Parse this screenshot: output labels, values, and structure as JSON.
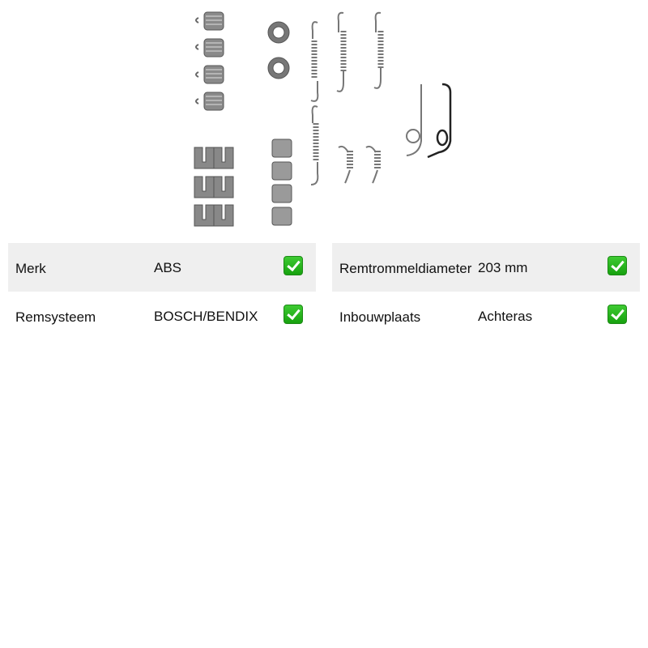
{
  "product_image": {
    "icon": "brake-shoe-accessory-kit-image"
  },
  "colors": {
    "row_shade": "#efefef",
    "check_green": "#23b01a",
    "part_gray": "#8a8a8a",
    "spring_dark": "#222222"
  },
  "specs_left": [
    {
      "label": "Merk",
      "value": "ABS",
      "checked": true
    },
    {
      "label": "Remsysteem",
      "value": "BOSCH/BENDIX",
      "checked": true
    }
  ],
  "specs_right": [
    {
      "label": "Remtrommeldiameter",
      "value": "203 mm",
      "checked": true
    },
    {
      "label": "Inbouwplaats",
      "value": "Achteras",
      "checked": true
    }
  ]
}
